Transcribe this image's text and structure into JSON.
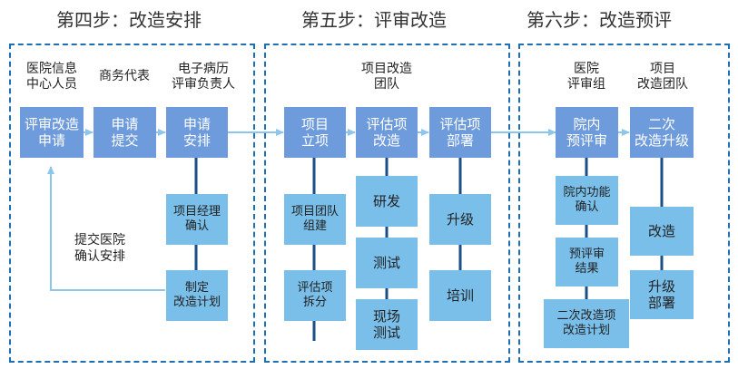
{
  "stages": [
    {
      "title": "第四步：改造安排",
      "roles": [
        "医院信息\n中心人员",
        "商务代表",
        "电子病历\n评审负责人"
      ],
      "main_steps": [
        "评审改造\n申请",
        "申请\n提交",
        "申请\n安排"
      ],
      "sub_steps": [
        "项目经理\n确认",
        "制定\n改造计划"
      ],
      "loop_label": "提交医院\n确认安排"
    },
    {
      "title": "第五步：评审改造",
      "roles": [
        "项目改造\n团队"
      ],
      "main_steps": [
        "项目\n立项",
        "评估项\n改造",
        "评估项\n部署"
      ],
      "col1_steps": [
        "项目团队\n组建",
        "评估项\n拆分"
      ],
      "col2_steps": [
        "研发",
        "测试",
        "现场\n测试"
      ],
      "col3_steps": [
        "升级",
        "培训"
      ]
    },
    {
      "title": "第六步：改造预评",
      "roles": [
        "医院\n评审组",
        "项目\n改造团队"
      ],
      "main_steps": [
        "院内\n预评审",
        "二次\n改造升级"
      ],
      "col1_steps": [
        "院内功能\n确认",
        "预评审\n结果",
        "二次改造项\n改造计划"
      ],
      "col2_steps": [
        "改造",
        "升级\n部署"
      ]
    }
  ],
  "colors": {
    "border": "#1f6fb5",
    "step_dark": "#6e9bdb",
    "step_light": "#79bfea",
    "connector": "#8cc6ec",
    "vertical": "#1a4f8a"
  }
}
